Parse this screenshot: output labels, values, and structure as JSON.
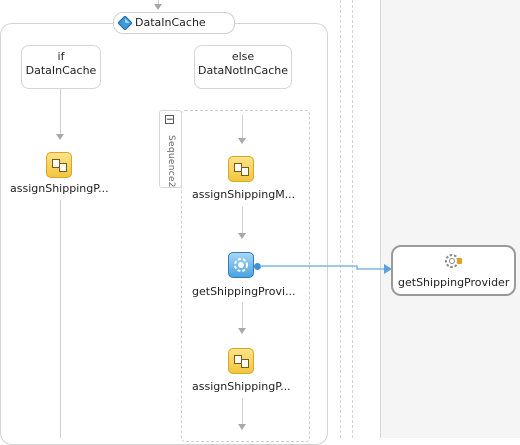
{
  "switch": {
    "label": "DataInCache"
  },
  "branches": [
    {
      "line1": "if",
      "line2": "DataInCache"
    },
    {
      "line1": "else",
      "line2": "DataNotInCache"
    }
  ],
  "sequence": {
    "label": "Sequence2",
    "collapse_symbol": "−"
  },
  "activities": [
    {
      "label": "assignShippingP...",
      "type": "assign"
    },
    {
      "label": "assignShippingM...",
      "type": "assign"
    },
    {
      "label": "getShippingProvi...",
      "type": "invoke"
    },
    {
      "label": "assignShippingP...",
      "type": "assign"
    }
  ],
  "partner_link": {
    "label": "getShippingProvider"
  },
  "colors": {
    "wire": "#5aa0e0",
    "assign": "#f2c53d",
    "invoke": "#4aa3e0"
  }
}
